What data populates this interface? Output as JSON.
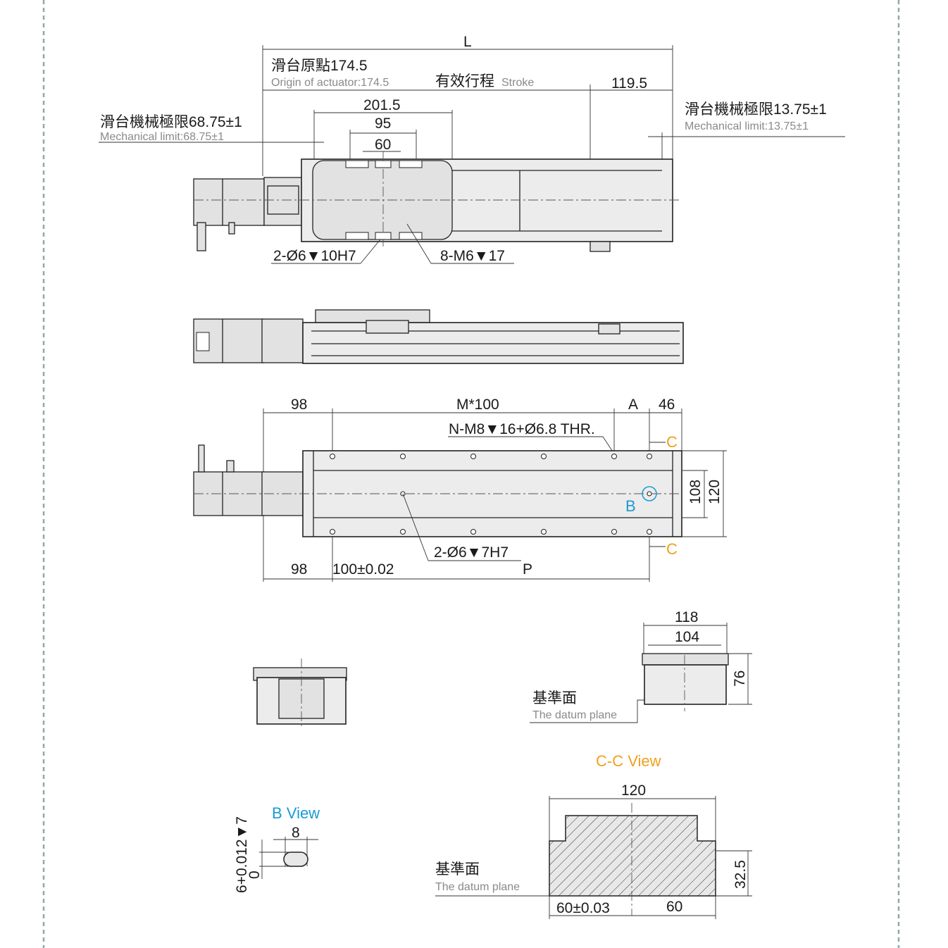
{
  "colors": {
    "accent_orange": "#f0a020",
    "accent_blue": "#1a9ad6",
    "body_fill": "#ececec",
    "border": "#8fa9a9"
  },
  "top_view": {
    "L": "L",
    "origin_cn": "滑台原點174.5",
    "origin_en": "Origin of actuator:174.5",
    "stroke_cn": "有效行程",
    "stroke_en": "Stroke",
    "dim_119_5": "119.5",
    "mech_left_cn": "滑台機械極限68.75±1",
    "mech_left_en": "Mechanical limit:68.75±1",
    "mech_right_cn": "滑台機械極限13.75±1",
    "mech_right_en": "Mechanical limit:13.75±1",
    "dim_201_5": "201.5",
    "dim_95": "95",
    "dim_60": "60",
    "callout_pin": "2-Ø6▼10H7",
    "callout_tap": "8-M6▼17"
  },
  "bottom_view": {
    "dim_98_top": "98",
    "m100": "M*100",
    "A": "A",
    "dim_46": "46",
    "callout_thr": "N-M8▼16+Ø6.8 THR.",
    "c_top": "C",
    "c_bottom": "C",
    "b_label": "B",
    "dim_108": "108",
    "dim_120": "120",
    "callout_pin": "2-Ø6▼7H7",
    "dim_98_bottom": "98",
    "dim_100": "100±0.02",
    "P": "P"
  },
  "end_view": {
    "dim_118": "118",
    "dim_104": "104",
    "dim_76": "76",
    "datum_cn": "基準面",
    "datum_en": "The datum plane"
  },
  "b_view": {
    "title": "B View",
    "dim_8": "8",
    "dim_tol": "6+0.012▼7",
    "dim_tol_low": "0"
  },
  "cc_view": {
    "title": "C-C View",
    "dim_120": "120",
    "dim_32_5": "32.5",
    "dim_60_tol": "60±0.03",
    "dim_60": "60",
    "datum_cn": "基準面",
    "datum_en": "The datum plane"
  }
}
